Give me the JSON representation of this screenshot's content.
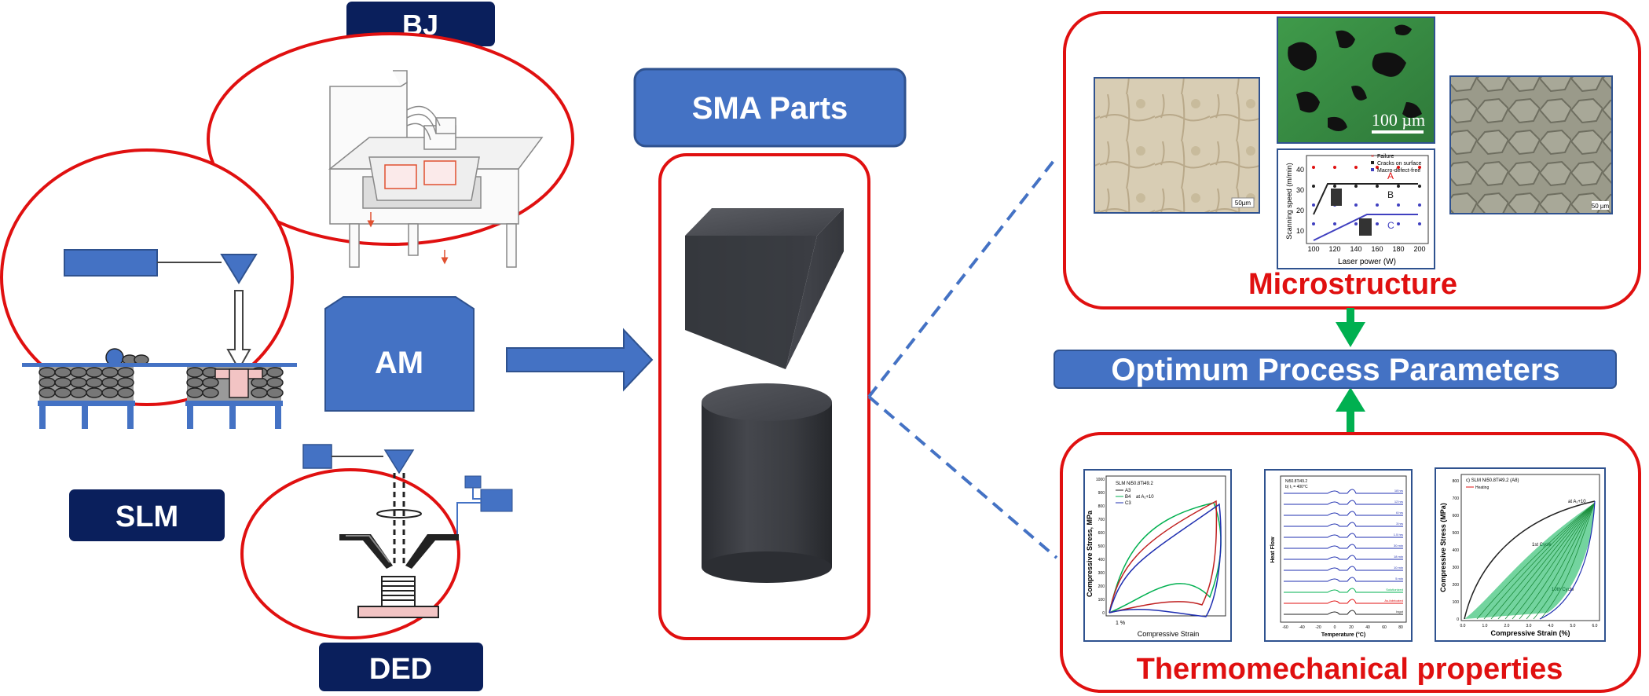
{
  "labels": {
    "bj": "BJ",
    "am": "AM",
    "slm": "SLM",
    "ded": "DED",
    "sma_parts": "SMA Parts",
    "optimum": "Optimum Process Parameters",
    "microstructure": "Microstructure",
    "thermomechanical": "Thermomechanical properties"
  },
  "micro_panel": {
    "scale_100um": "100 µm",
    "left_scale": "50µm",
    "right_scale": "50 µm",
    "map": {
      "ylabel": "Scanning speed (m/min)",
      "xlabel": "Laser power (W)",
      "xticks": [
        "100",
        "120",
        "140",
        "160",
        "180",
        "200"
      ],
      "yticks": [
        "10",
        "20",
        "30",
        "40"
      ],
      "legend": [
        "Failure",
        "Cracks on surface",
        "Macro-defect-free"
      ],
      "regions": [
        "A",
        "B",
        "C"
      ]
    }
  },
  "thermo_panel": {
    "plot1": {
      "title": "SLM Ni50.8Ti49.2",
      "legend": [
        "A3",
        "B4",
        "C3"
      ],
      "legend_note": "at A₁+10",
      "ylabel": "Compressive Stress, MPa",
      "xlabel": "Compressive Strain",
      "scale_note": "1 %",
      "yticks": [
        "1000",
        "900",
        "800",
        "700",
        "600",
        "500",
        "400",
        "300",
        "200",
        "100",
        "0"
      ]
    },
    "plot2": {
      "title": "Ni50.8Ti49.2",
      "sub": "b)   t₁ = 400°C",
      "ylabel": "Heat Flow",
      "xlabel": "Temperature (°C)",
      "curves": [
        "18 hrs",
        "12 hrs",
        "6 hrs",
        "3 hrs",
        "1.5 hrs",
        "30 min",
        "18 min",
        "10 min",
        "5 min",
        "Solutionized",
        "As-fabricated",
        "Ingot"
      ],
      "xticks": [
        "-60",
        "-40",
        "-20",
        "0",
        "20",
        "40",
        "60",
        "80"
      ]
    },
    "plot3": {
      "title": "c) SLM Ni50.8Ti49.2 (A8)",
      "legend": [
        "Heating"
      ],
      "note": "at A₁+10",
      "cycle1": "1st Cycle",
      "cycle10": "10th Cycle",
      "ylabel": "Compressive Stress (MPa)",
      "xlabel": "Compressive Strain (%)",
      "xticks": [
        "0.0",
        "1.0",
        "2.0",
        "3.0",
        "4.0",
        "5.0",
        "6.0"
      ],
      "yticks": [
        "0",
        "100",
        "200",
        "300",
        "400",
        "500",
        "600",
        "700",
        "800"
      ]
    }
  },
  "colors": {
    "navy": "#0a1f5c",
    "blue": "#4472c4",
    "red": "#e01010",
    "green": "#00b050"
  }
}
